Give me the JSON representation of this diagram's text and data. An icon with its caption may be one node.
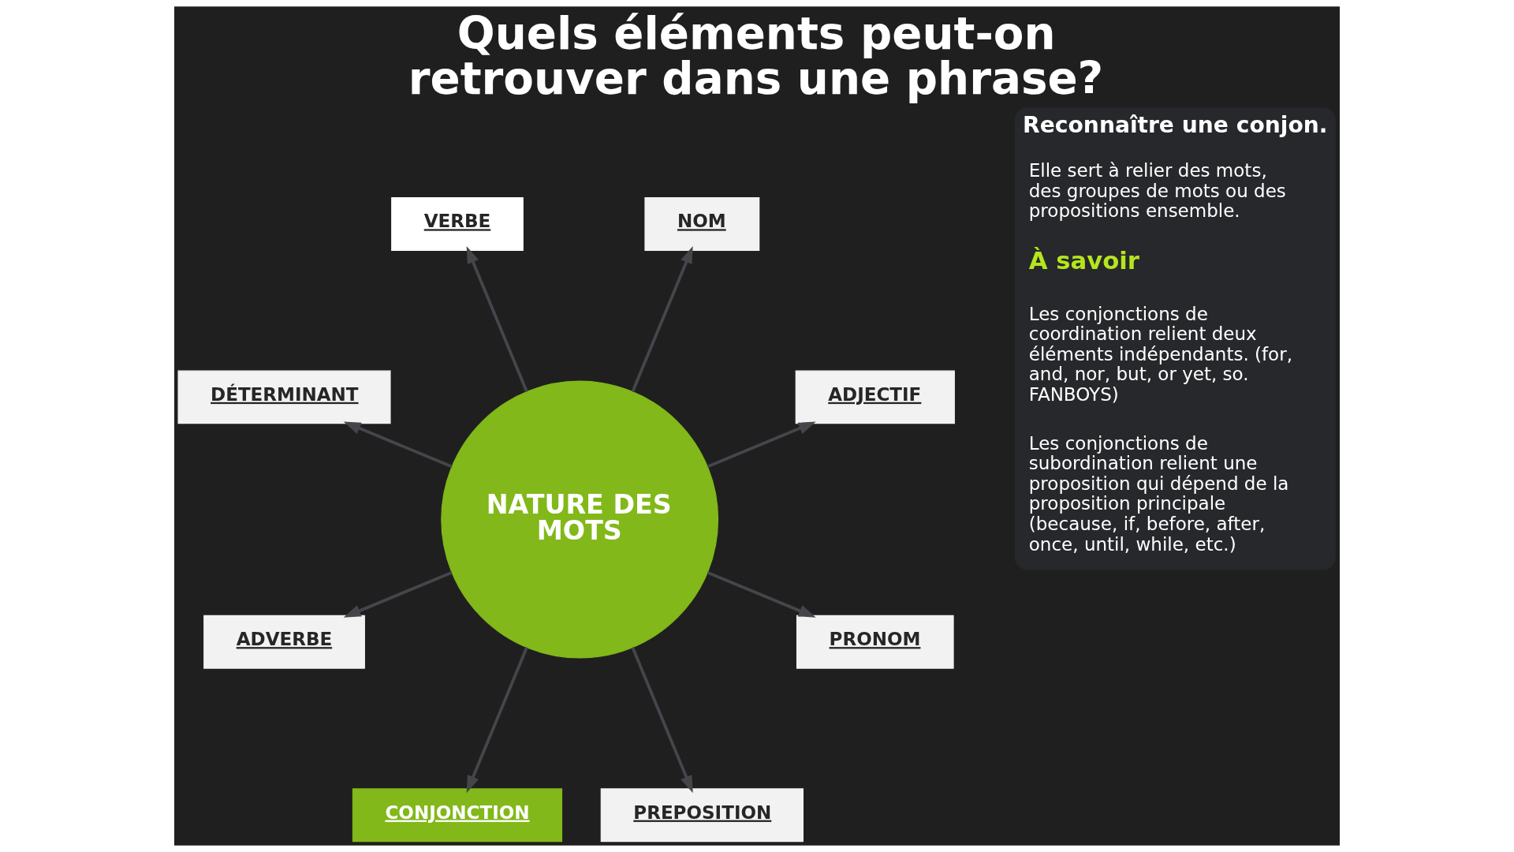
{
  "diagram": {
    "title": "Quels éléments peut-on retrouver dans une phrase?",
    "nodes": [
      {
        "text": [
          "VERBE"
        ]
      },
      {
        "text": [
          "NOM"
        ]
      },
      {
        "text": [
          "DÉTERMINANT"
        ]
      },
      {
        "text": [
          "NATURE DES MOTS"
        ]
      },
      {
        "text": [
          "ADJECTIF"
        ]
      },
      {
        "text": [
          "ADVERBE"
        ]
      },
      {
        "text": [
          "PRONOM"
        ]
      },
      {
        "text": [
          "CONJONCTION"
        ]
      },
      {
        "text": [
          "PREPOSITION"
        ]
      },
      {
        "text": [
          "Reconnaître une conjon.",
          "Elle sert à relier des mots, des groupes de mots ou des propositions ensemble.",
          "À savoir",
          "Les conjonctions de coordination relient deux éléments indépendants. (for, and, nor, but, or yet, so. FANBOYS)",
          "Les conjonctions de subordination relient une proposition qui dépend de la proposition principale (because, if, before, after, once, until, while, etc.)"
        ]
      }
    ],
    "edges": [
      {
        "from": 3,
        "to": 0,
        "arrow": "to"
      },
      {
        "from": 3,
        "to": 1,
        "arrow": "to"
      },
      {
        "from": 3,
        "to": 2,
        "arrow": "to"
      },
      {
        "from": 3,
        "to": 4,
        "arrow": "to"
      },
      {
        "from": 3,
        "to": 5,
        "arrow": "to"
      },
      {
        "from": 3,
        "to": 6,
        "arrow": "to"
      },
      {
        "from": 3,
        "to": 7,
        "arrow": "to"
      },
      {
        "from": 3,
        "to": 8,
        "arrow": "to"
      }
    ]
  }
}
